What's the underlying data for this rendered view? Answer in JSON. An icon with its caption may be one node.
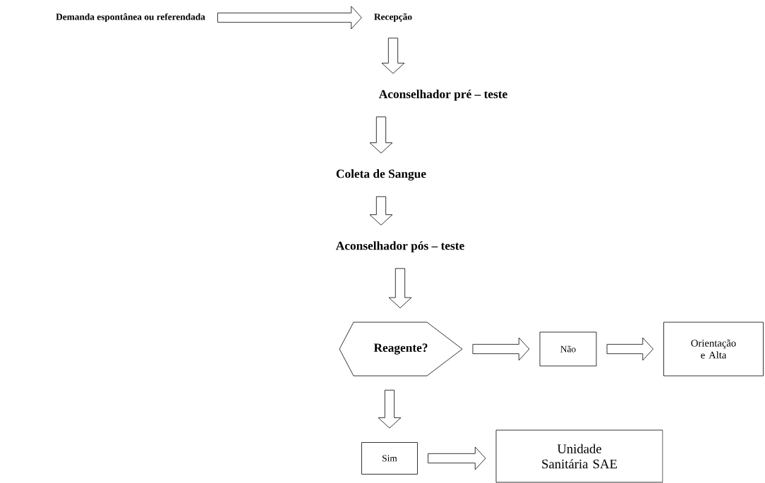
{
  "diagram": {
    "nodes": [
      {
        "text": [
          "Demanda espontânea ou referendada"
        ]
      },
      {
        "text": [
          "Recepção"
        ]
      },
      {
        "text": [
          "Aconselhador pré – teste"
        ]
      },
      {
        "text": [
          "Coleta de Sangue"
        ]
      },
      {
        "text": [
          "Aconselhador pós – teste"
        ]
      },
      {
        "text": [
          "Reagente?"
        ]
      },
      {
        "text": [
          "Não"
        ]
      },
      {
        "text": [
          "Orientação e Alta"
        ]
      },
      {
        "text": [
          "Sim"
        ]
      },
      {
        "text": [
          "Unidade Sanitária SAE"
        ]
      }
    ],
    "edges": [
      {
        "from": 0,
        "to": 1,
        "arrow": "to"
      },
      {
        "from": 1,
        "to": 2,
        "arrow": "to"
      },
      {
        "from": 2,
        "to": 3,
        "arrow": "to"
      },
      {
        "from": 3,
        "to": 4,
        "arrow": "to"
      },
      {
        "from": 4,
        "to": 5,
        "arrow": "to"
      },
      {
        "from": 5,
        "to": 6,
        "arrow": "to"
      },
      {
        "from": 6,
        "to": 7,
        "arrow": "to"
      },
      {
        "from": 5,
        "to": 8,
        "arrow": "to"
      },
      {
        "from": 8,
        "to": 9,
        "arrow": "to"
      }
    ]
  }
}
